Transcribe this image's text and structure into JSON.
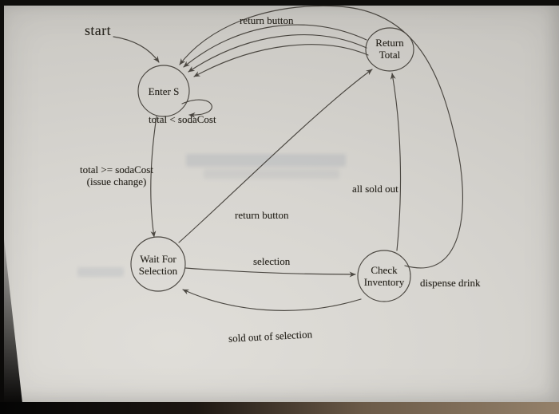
{
  "colors": {
    "paper": "#d7d5d0",
    "ink": "#39352f",
    "desk_dark": "#0e0d0b",
    "desk_tan": "#94816a"
  },
  "diagram": {
    "type": "state-machine",
    "start_label": "start",
    "states": {
      "enter_s": {
        "label": "Enter S"
      },
      "return_total": {
        "line1": "Return",
        "line2": "Total"
      },
      "wait_for_selection": {
        "line1": "Wait For",
        "line2": "Selection"
      },
      "check_inventory": {
        "line1": "Check",
        "line2": "Inventory"
      }
    },
    "transitions": {
      "return_button_top": {
        "label": "return button",
        "from": "Return Total",
        "to": "Enter S"
      },
      "total_lt_sodacost": {
        "label": "total < sodaCost",
        "from": "Enter S",
        "to": "Enter S"
      },
      "total_ge_sodacost": {
        "line1": "total >= sodaCost",
        "line2": "(issue change)",
        "from": "Enter S",
        "to": "Wait For Selection"
      },
      "return_button_mid": {
        "label": "return button",
        "from": "Wait For Selection",
        "to": "Return Total"
      },
      "all_sold_out": {
        "label": "all sold out",
        "from": "Check Inventory",
        "to": "Return Total"
      },
      "selection": {
        "label": "selection",
        "from": "Wait For Selection",
        "to": "Check Inventory"
      },
      "dispense_drink": {
        "label": "dispense drink",
        "from": "Check Inventory",
        "to": "Enter S"
      },
      "sold_out_of_selection": {
        "label": "sold out of selection",
        "from": "Check Inventory",
        "to": "Wait For Selection"
      }
    }
  }
}
